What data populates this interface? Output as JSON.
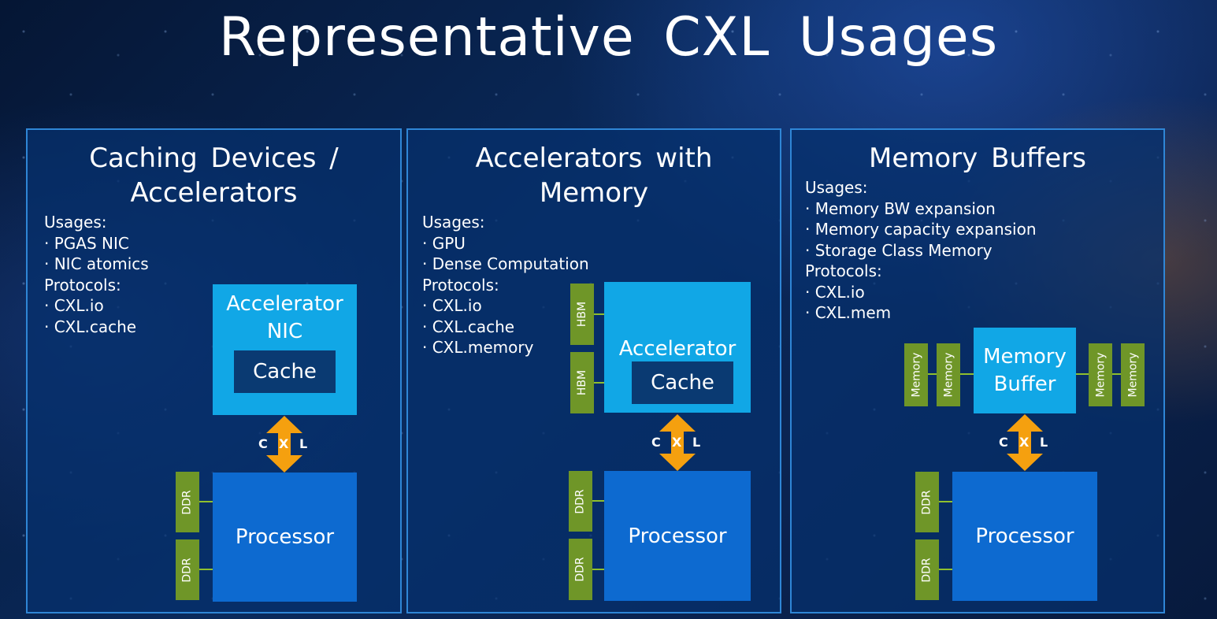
{
  "title": "Representative CXL Usages",
  "colors": {
    "panel_border": "#2f86d6",
    "accelerator": "#11a7e6",
    "cache": "#0a3a72",
    "processor": "#0d6ad0",
    "memory_module": "#6f9628",
    "cxl_arrow": "#f5a00f"
  },
  "cxl_link": {
    "c": "C",
    "x": "X",
    "l": "L"
  },
  "panels": [
    {
      "title_line1": "Caching Devices /",
      "title_line2": "Accelerators",
      "usages_label": "Usages:",
      "usages": [
        "PGAS NIC",
        "NIC atomics"
      ],
      "protocols_label": "Protocols:",
      "protocols": [
        "CXL.io",
        "CXL.cache"
      ],
      "device_line1": "Accelerator",
      "device_line2": "NIC",
      "cache": "Cache",
      "processor": "Processor",
      "host_memory": [
        "DDR",
        "DDR"
      ]
    },
    {
      "title_line1": "Accelerators with",
      "title_line2": "Memory",
      "usages_label": "Usages:",
      "usages": [
        "GPU",
        "Dense Computation"
      ],
      "protocols_label": "Protocols:",
      "protocols": [
        "CXL.io",
        "CXL.cache",
        "CXL.memory"
      ],
      "device_line1": "Accelerator",
      "cache": "Cache",
      "device_memory": [
        "HBM",
        "HBM"
      ],
      "processor": "Processor",
      "host_memory": [
        "DDR",
        "DDR"
      ]
    },
    {
      "title_line1": "Memory Buffers",
      "usages_label": "Usages:",
      "usages": [
        "Memory BW expansion",
        "Memory capacity expansion",
        "Storage Class Memory"
      ],
      "protocols_label": "Protocols:",
      "protocols": [
        "CXL.io",
        "CXL.mem"
      ],
      "device_line1": "Memory",
      "device_line2": "Buffer",
      "device_memory": [
        "Memory",
        "Memory",
        "Memory",
        "Memory"
      ],
      "processor": "Processor",
      "host_memory": [
        "DDR",
        "DDR"
      ]
    }
  ]
}
